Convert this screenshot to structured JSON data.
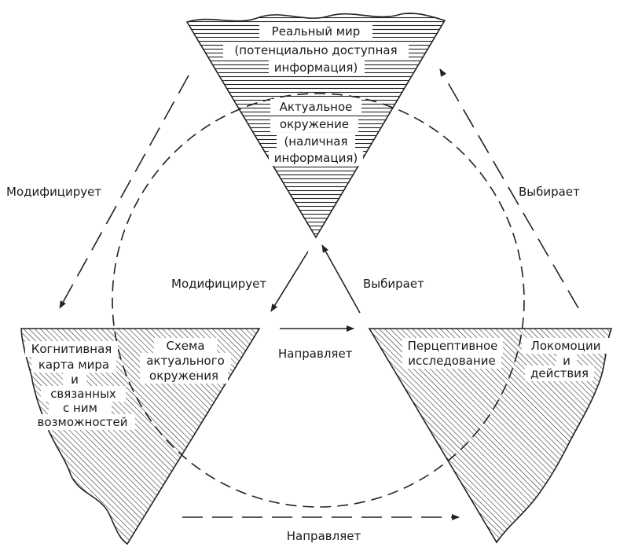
{
  "top_shape": {
    "outer_lines": [
      "Реальный мир",
      "(потенциально доступная",
      "информация)"
    ],
    "inner_lines": [
      "Актуальное",
      "окружение",
      "(наличная",
      "информация)"
    ]
  },
  "left_shape": {
    "outer_lines": [
      "Когнитивная",
      "карта мира",
      "и",
      "связанных",
      "с ним",
      "возможностей"
    ],
    "inner_lines": [
      "Схема",
      "актуального",
      "окружения"
    ]
  },
  "right_shape": {
    "inner_lines": [
      "Перцептивное",
      "исследование"
    ],
    "outer_lines": [
      "Локомоции",
      "и",
      "действия"
    ]
  },
  "arrows": {
    "outer_left": "Модифицирует",
    "outer_right": "Выбирает",
    "outer_bottom": "Направляет",
    "inner_left": "Модифицирует",
    "inner_right": "Выбирает",
    "inner_bottom": "Направляет"
  }
}
